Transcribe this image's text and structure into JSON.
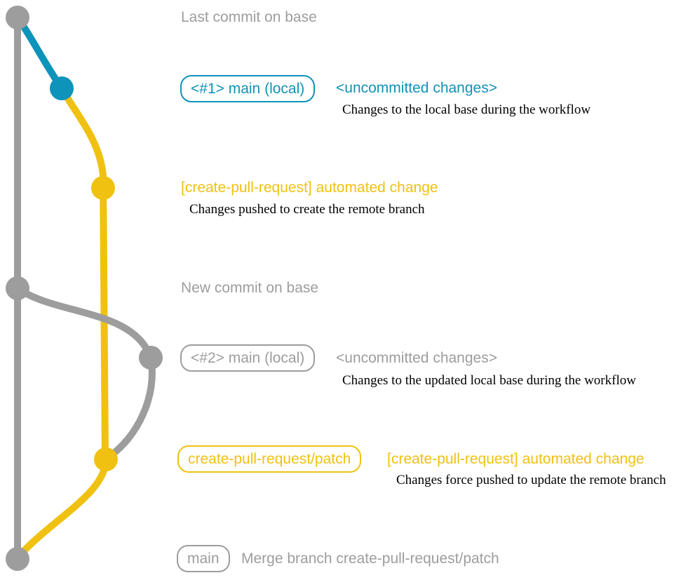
{
  "colors": {
    "gray": "#9d9d9d",
    "blue": "#0e93ba",
    "yellow": "#f0c110",
    "note_text": "#000000"
  },
  "graph": {
    "nodes": [
      {
        "name": "last-commit-on-base",
        "color": "gray"
      },
      {
        "name": "main-local-1",
        "color": "blue"
      },
      {
        "name": "automated-change-1",
        "color": "yellow"
      },
      {
        "name": "new-commit-on-base",
        "color": "gray"
      },
      {
        "name": "main-local-2",
        "color": "gray"
      },
      {
        "name": "automated-change-2",
        "color": "yellow"
      },
      {
        "name": "merge-commit",
        "color": "gray"
      }
    ]
  },
  "rows": {
    "last_commit": {
      "title": "Last commit on base"
    },
    "local1": {
      "tag": "<#1> main (local)",
      "status": "<uncommitted changes>",
      "note": "Changes to the local base during the workflow"
    },
    "push1": {
      "message": "[create-pull-request] automated change",
      "note": "Changes pushed to create the remote branch"
    },
    "new_commit": {
      "title": "New commit on base"
    },
    "local2": {
      "tag": "<#2> main (local)",
      "status": "<uncommitted changes>",
      "note": "Changes to the updated local base during the workflow"
    },
    "push2": {
      "tag": "create-pull-request/patch",
      "message": "[create-pull-request] automated change",
      "note": "Changes force pushed to update the remote branch"
    },
    "merge": {
      "tag": "main",
      "message": "Merge branch create-pull-request/patch"
    }
  }
}
